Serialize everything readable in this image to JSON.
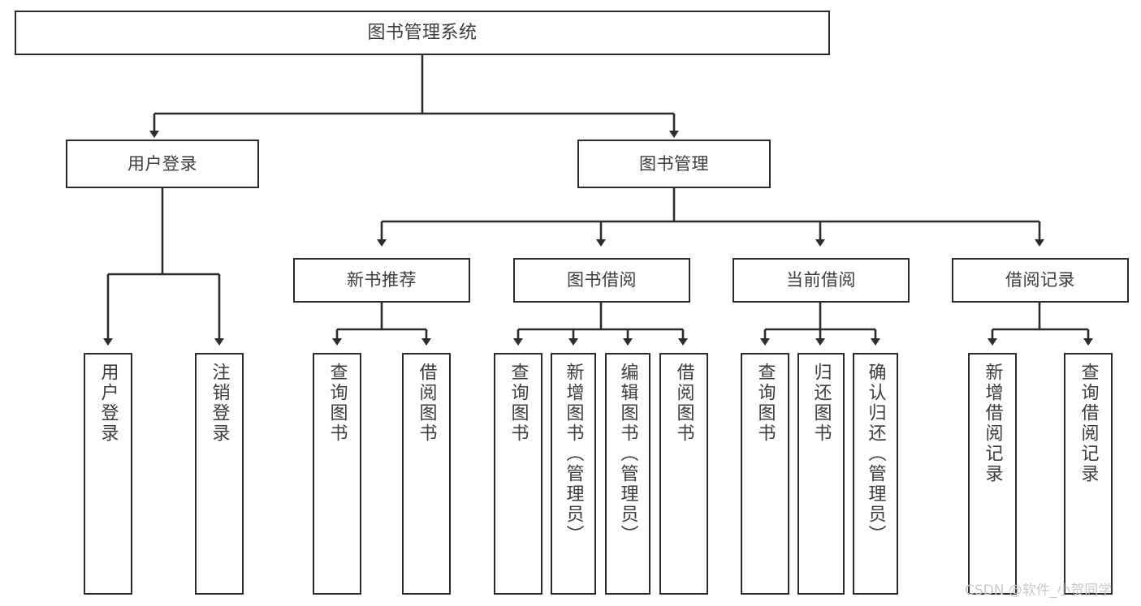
{
  "diagram": {
    "title": "图书管理系统",
    "type": "hierarchy-tree",
    "orientation": "top-down",
    "colors": {
      "background": "#ffffff",
      "node_border": "#2b2b2b",
      "node_fill": "#ffffff",
      "text": "#3c3c3c",
      "edge": "#2b2b2b",
      "watermark": "#c9c9c9"
    },
    "nodes": {
      "root": {
        "label": "图书管理系统"
      },
      "level2": [
        {
          "id": "user-login",
          "label": "用户登录"
        },
        {
          "id": "book-manage",
          "label": "图书管理"
        }
      ],
      "level3": [
        {
          "id": "new-book-rec",
          "label": "新书推荐"
        },
        {
          "id": "book-borrow",
          "label": "图书借阅"
        },
        {
          "id": "current-borrow",
          "label": "当前借阅"
        },
        {
          "id": "borrow-record",
          "label": "借阅记录"
        }
      ],
      "leaves": [
        {
          "id": "leaf-user-login",
          "label": "用户登录",
          "parent": "user-login"
        },
        {
          "id": "leaf-logout",
          "label": "注销登录",
          "parent": "user-login"
        },
        {
          "id": "leaf-query-book-1",
          "label": "查询图书",
          "parent": "new-book-rec"
        },
        {
          "id": "leaf-borrow-book-1",
          "label": "借阅图书",
          "parent": "new-book-rec"
        },
        {
          "id": "leaf-query-book-2",
          "label": "查询图书",
          "parent": "book-borrow"
        },
        {
          "id": "leaf-add-book",
          "label": "新增图书（管理员）",
          "parent": "book-borrow"
        },
        {
          "id": "leaf-edit-book",
          "label": "编辑图书（管理员）",
          "parent": "book-borrow"
        },
        {
          "id": "leaf-borrow-book-2",
          "label": "借阅图书",
          "parent": "book-borrow"
        },
        {
          "id": "leaf-query-book-3",
          "label": "查询图书",
          "parent": "current-borrow"
        },
        {
          "id": "leaf-return-book",
          "label": "归还图书",
          "parent": "current-borrow"
        },
        {
          "id": "leaf-confirm-return",
          "label": "确认归还（管理员）",
          "parent": "current-borrow"
        },
        {
          "id": "leaf-add-record",
          "label": "新增借阅记录",
          "parent": "borrow-record"
        },
        {
          "id": "leaf-query-record",
          "label": "查询借阅记录",
          "parent": "borrow-record"
        }
      ]
    },
    "watermark": "CSDN @软件_小贺同学"
  }
}
